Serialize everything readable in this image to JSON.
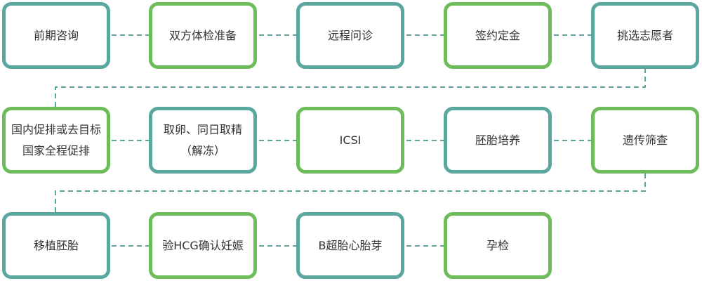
{
  "colors": {
    "teal": "#5aa7a0",
    "green": "#6cbc5a",
    "text": "#333333"
  },
  "steps": [
    {
      "label": "前期咨询",
      "color": "teal"
    },
    {
      "label": "双方体检准备",
      "color": "green"
    },
    {
      "label": "远程问诊",
      "color": "teal"
    },
    {
      "label": "签约定金",
      "color": "green"
    },
    {
      "label": "挑选志愿者",
      "color": "teal"
    },
    {
      "label": "国内促排或去目标国家全程促排",
      "color": "green"
    },
    {
      "label": "取卵、同日取精（解冻）",
      "color": "teal"
    },
    {
      "label": "ICSI",
      "color": "green"
    },
    {
      "label": "胚胎培养",
      "color": "teal"
    },
    {
      "label": "遗传筛查",
      "color": "green"
    },
    {
      "label": "移植胚胎",
      "color": "teal"
    },
    {
      "label": "验HCG确认妊娠",
      "color": "green"
    },
    {
      "label": "B超胎心胎芽",
      "color": "teal"
    },
    {
      "label": "孕检",
      "color": "green"
    }
  ]
}
